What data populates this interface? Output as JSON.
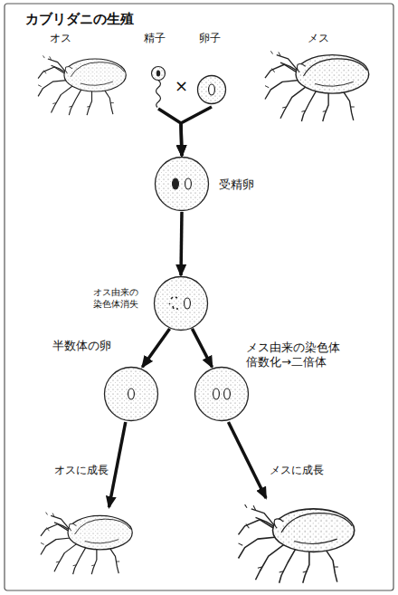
{
  "diagram": {
    "title": "カブリダニの生殖",
    "nodes": [
      {
        "text": [
          "オス"
        ]
      },
      {
        "text": [
          "精子"
        ]
      },
      {
        "text": [
          "卵子"
        ]
      },
      {
        "text": [
          "メス"
        ]
      },
      {
        "text": [
          "受精卵"
        ]
      },
      {
        "text": [
          "オス由来の 染色体消失"
        ]
      },
      {
        "text": [
          "半数体の卵"
        ]
      },
      {
        "text": [
          "メス由来の染色体 倍数化→二倍体"
        ]
      },
      {
        "text": []
      },
      {
        "text": []
      }
    ],
    "edges": [
      {
        "from": 1,
        "to": 4,
        "arrow": "to"
      },
      {
        "from": 2,
        "to": 4,
        "arrow": "to"
      },
      {
        "from": 4,
        "to": 5,
        "arrow": "to"
      },
      {
        "from": 5,
        "to": 6,
        "arrow": "to"
      },
      {
        "from": 5,
        "to": 7,
        "arrow": "to"
      },
      {
        "from": 6,
        "to": 8,
        "label": "オスに成長",
        "arrow": "to"
      },
      {
        "from": 7,
        "to": 9,
        "label": "メスに成長",
        "arrow": "to"
      }
    ],
    "labels": [
      "×"
    ]
  }
}
